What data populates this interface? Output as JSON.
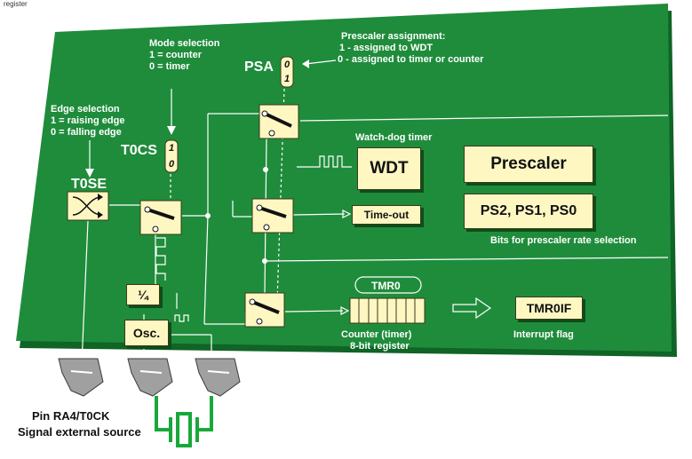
{
  "top_label": "register",
  "labels": {
    "mode_title": "Mode selection",
    "mode_counter": "1 = counter",
    "mode_timer": "0 = timer",
    "psa_title": "Prescaler assignment:",
    "psa_wdt": "1 - assigned to WDT",
    "psa_timer": "0 - assigned to timer or counter",
    "psa": "PSA",
    "edge_title": "Edge selection",
    "edge_rising": "1 = raising edge",
    "edge_falling": "0 = falling edge",
    "tocs": "T0CS",
    "tose": "T0SE",
    "watchdog": "Watch-dog timer",
    "bits_rate": "Bits for prescaler rate selection",
    "counter_timer": "Counter (timer)",
    "register_8bit": "8-bit register",
    "interrupt_flag": "Interrupt flag",
    "pin": "Pin RA4/T0CK",
    "signal_source": "Signal external source"
  },
  "switch_bits": {
    "psa_0": "0",
    "psa_1": "1",
    "tocs_1": "1",
    "tocs_0": "0"
  },
  "blocks": {
    "wdt": "WDT",
    "prescaler": "Prescaler",
    "ps_bits": "PS2, PS1, PS0",
    "timeout": "Time-out",
    "tmr0": "TMR0",
    "tmr0if": "TMR0IF",
    "quarter": "¼",
    "osc": "Osc."
  },
  "colors": {
    "board": "#1e8a3a",
    "board_edge": "#106426",
    "block_fill": "#fff7c2",
    "text": "#ffffff"
  }
}
